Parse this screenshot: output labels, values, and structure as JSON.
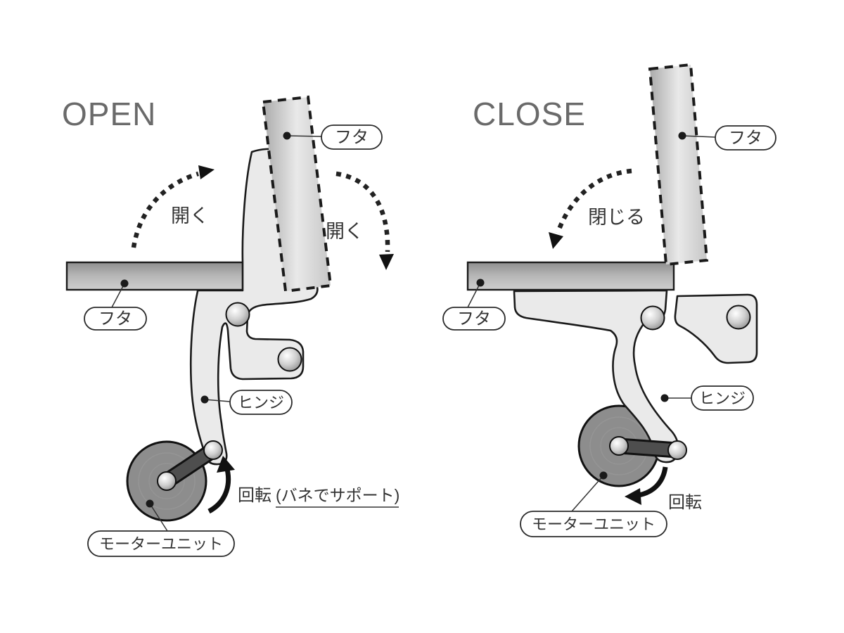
{
  "colors": {
    "outline": "#1a1a1a",
    "hinge_body": "#eaeaea",
    "bar_top": "#8f8f8f",
    "bar_bottom": "#cdcdcd",
    "lid_edge": "#ababab",
    "lid_center": "#e9e9e9",
    "motor": "#8d8d8d",
    "lever": "#4e4e4e",
    "title_text": "#6a6a6a",
    "label_text": "#333333"
  },
  "open": {
    "title": "OPEN",
    "lid_top_label": "フタ",
    "lid_left_label": "フタ",
    "swing_left_label": "開く",
    "swing_right_label": "開く",
    "hinge_label": "ヒンジ",
    "rotation_label": "回転",
    "rotation_note": "(バネでサポート)",
    "motor_label": "モーターユニット"
  },
  "close": {
    "title": "CLOSE",
    "lid_top_label": "フタ",
    "lid_left_label": "フタ",
    "swing_label": "閉じる",
    "hinge_label": "ヒンジ",
    "rotation_label": "回転",
    "motor_label": "モーターユニット"
  }
}
